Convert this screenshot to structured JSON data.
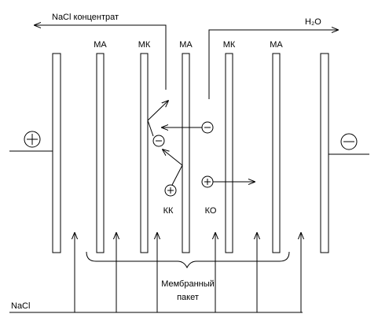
{
  "labels": {
    "concentrate_out": "NaCl концентрат",
    "water_out": "H₂O",
    "feed_in": "NaCl",
    "membrane_package_line1": "Мембранный",
    "membrane_package_line2": "пакет",
    "cation_chamber": "КК",
    "anion_chamber": "КО"
  },
  "membranes": [
    "МА",
    "МК",
    "МА",
    "МК",
    "МА"
  ],
  "electrodes": {
    "anode_sign": "+",
    "cathode_sign": "−"
  },
  "icons": {
    "ion_positive": "plus-circle-icon",
    "ion_negative": "minus-circle-icon",
    "flow_arrow": "arrow-icon"
  }
}
